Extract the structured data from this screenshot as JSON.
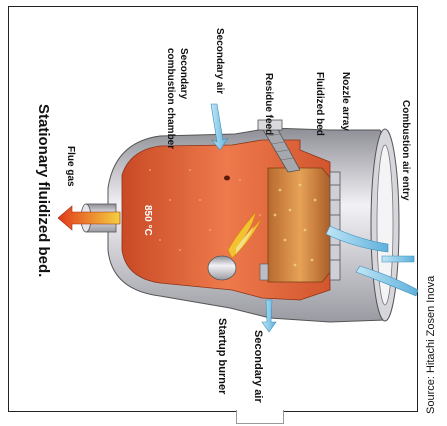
{
  "title": "Stationary fluidized bed.",
  "labels": {
    "flue_gas": "Flue gas",
    "temp": "850 °C",
    "secondary_combustion_chamber_1": "Secondary",
    "secondary_combustion_chamber_2": "combustion chamber",
    "secondary_air_top": "Secondary  air",
    "residue_feed": "Residue feed",
    "fluidized_bed": "Fluidized bed",
    "nozzle_array": "Nozzle array",
    "combustion_air_entry": "Combustion air entry",
    "startup_burner": "Startup burner",
    "secondary_air_bottom": "Secondary air"
  },
  "source": "Source: Hitachi Zosen Inova",
  "colors": {
    "furnace_orange": "#e0623a",
    "bed_brown": "#9a5a2a",
    "steel": "#cfcfd4",
    "air_blue": "#7cc4e6",
    "flame_yellow": "#f2c230",
    "flue_red": "#e04020"
  }
}
